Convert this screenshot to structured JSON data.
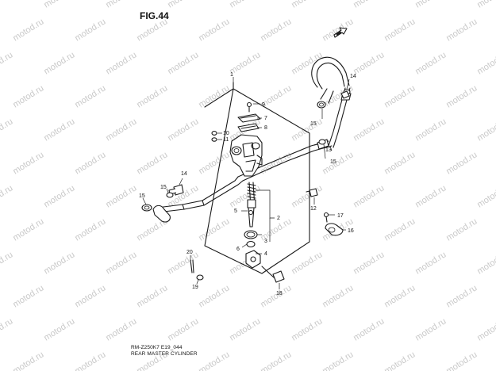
{
  "figure": {
    "title": "FIG.44",
    "code": "RM-Z250K7 E19_044",
    "name": "REAR MASTER CYLINDER"
  },
  "watermark": "motod.ru",
  "direction_icon": "front-arrow-icon",
  "callouts": [
    "1",
    "2",
    "3",
    "4",
    "5",
    "6",
    "7",
    "8",
    "9",
    "10",
    "11",
    "12",
    "13",
    "14",
    "15",
    "16",
    "17",
    "18",
    "19",
    "20"
  ],
  "colors": {
    "ink": "#1a1a1a",
    "watermark": "#c9c9c9",
    "background": "#ffffff"
  }
}
